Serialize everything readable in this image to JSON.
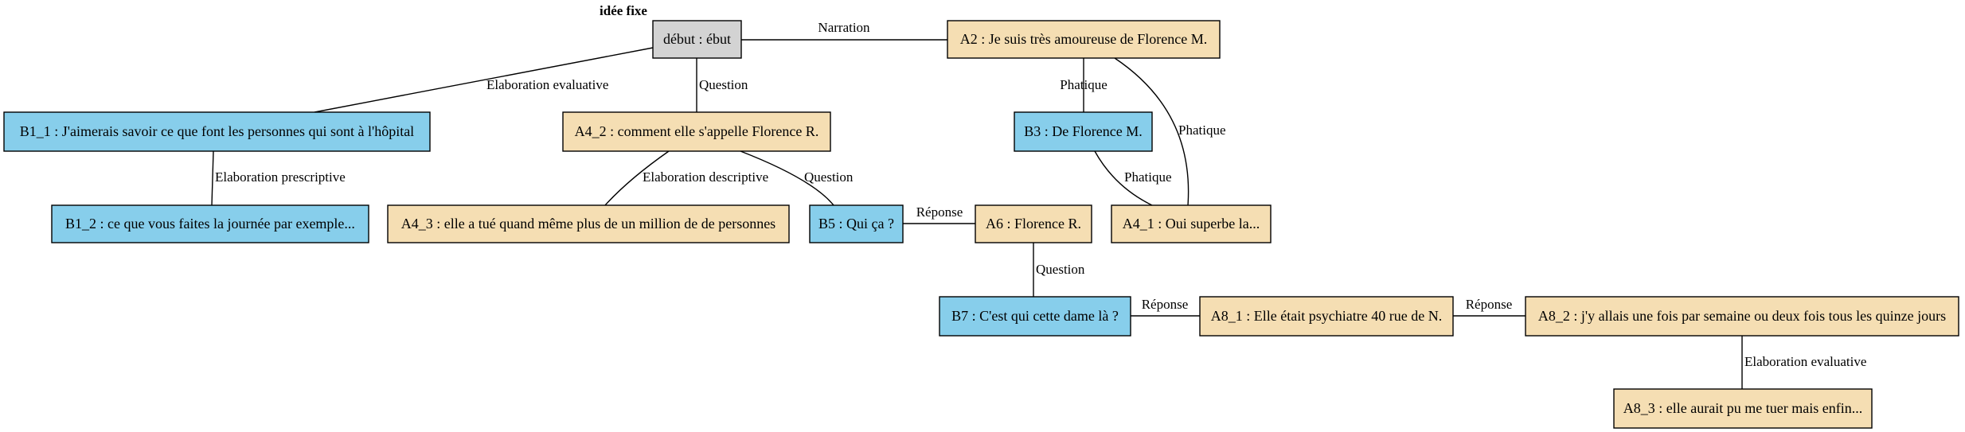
{
  "title": "idée fixe",
  "colors": {
    "start": "#d3d3d3",
    "speaker_a": "#f5deb3",
    "speaker_b": "#87ceeb"
  },
  "nodes": {
    "debut": {
      "label": "début : ébut",
      "kind": "start"
    },
    "A2": {
      "label": "A2 : Je suis très amoureuse de Florence M.",
      "kind": "speaker_a"
    },
    "B1_1": {
      "label": "B1_1 : J'aimerais savoir ce que font les personnes qui sont à l'hôpital",
      "kind": "speaker_b"
    },
    "A4_2": {
      "label": "A4_2 : comment elle s'appelle Florence R.",
      "kind": "speaker_a"
    },
    "B3": {
      "label": "B3 : De Florence M.",
      "kind": "speaker_b"
    },
    "B1_2": {
      "label": "B1_2 : ce que vous faites la journée par exemple...",
      "kind": "speaker_b"
    },
    "A4_3": {
      "label": "A4_3 : elle a tué quand même plus de un million de de personnes",
      "kind": "speaker_a"
    },
    "B5": {
      "label": "B5 : Qui ça ?",
      "kind": "speaker_b"
    },
    "A6": {
      "label": "A6 : Florence R.",
      "kind": "speaker_a"
    },
    "A4_1": {
      "label": "A4_1 : Oui superbe la...",
      "kind": "speaker_a"
    },
    "B7": {
      "label": "B7 : C'est qui cette dame là ?",
      "kind": "speaker_b"
    },
    "A8_1": {
      "label": "A8_1 : Elle était psychiatre 40 rue de N.",
      "kind": "speaker_a"
    },
    "A8_2": {
      "label": "A8_2 : j'y allais une fois par semaine ou deux fois tous les quinze jours",
      "kind": "speaker_a"
    },
    "A8_3": {
      "label": "A8_3 : elle aurait pu me tuer mais enfin...",
      "kind": "speaker_a"
    }
  },
  "edges": {
    "debut_A2": {
      "from": "debut",
      "to": "A2",
      "label": "Narration"
    },
    "debut_B1_1": {
      "from": "debut",
      "to": "B1_1",
      "label": "Elaboration evaluative"
    },
    "debut_A4_2": {
      "from": "debut",
      "to": "A4_2",
      "label": "Question"
    },
    "A2_B3": {
      "from": "A2",
      "to": "B3",
      "label": "Phatique"
    },
    "A2_A4_1": {
      "from": "A2",
      "to": "A4_1",
      "label": "Phatique"
    },
    "B1_1_B1_2": {
      "from": "B1_1",
      "to": "B1_2",
      "label": "Elaboration prescriptive"
    },
    "A4_2_A4_3": {
      "from": "A4_2",
      "to": "A4_3",
      "label": "Elaboration descriptive"
    },
    "A4_2_B5": {
      "from": "A4_2",
      "to": "B5",
      "label": "Question"
    },
    "B3_A4_1": {
      "from": "B3",
      "to": "A4_1",
      "label": "Phatique"
    },
    "B5_A6": {
      "from": "B5",
      "to": "A6",
      "label": "Réponse"
    },
    "A6_B7": {
      "from": "A6",
      "to": "B7",
      "label": "Question"
    },
    "B7_A8_1": {
      "from": "B7",
      "to": "A8_1",
      "label": "Réponse"
    },
    "A8_1_A8_2": {
      "from": "A8_1",
      "to": "A8_2",
      "label": "Réponse"
    },
    "A8_2_A8_3": {
      "from": "A8_2",
      "to": "A8_3",
      "label": "Elaboration evaluative"
    }
  }
}
